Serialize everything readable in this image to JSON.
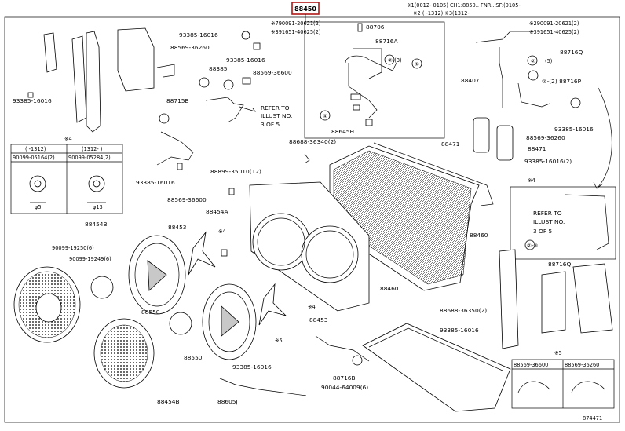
{
  "title_part_no": "88450",
  "top_right_codes": [
    "※1(0012- 0105) CH1:8850.. FNR.. SF:(0105-",
    "※2 ( -1312) ※3(1312-"
  ],
  "fig_number": "874471",
  "labels": {
    "l88706": "88706",
    "l79009": "※790091-20621(2)",
    "l91651": "※391651-40625(2)",
    "l88716A": "88716A",
    "c2_3": "②-(3)",
    "c1": "①",
    "c4": "④",
    "l88645H": "88645H",
    "l93385_16016_a": "93385-16016",
    "l88569_36260_a": "88569-36260",
    "l93385_16016_b": "93385-16016",
    "l88569_36600_a": "88569-36600",
    "l88385": "88385",
    "c1b": "①",
    "c2b": "②",
    "refer1": "REFER TO",
    "refer2": "ILLUST NO.",
    "refer3": "3 OF 5",
    "l88715B": "88715B",
    "l93385_16016_c": "93385-16016",
    "l88569_36600_b": "88569-36600",
    "l88899": "88899-35010(12)",
    "l88688_36340": "88688-36340(2)",
    "l88454A": "88454A",
    "l88460_a": "88460",
    "l88460_b": "88460",
    "l88471_a": "88471",
    "l88471_b": "88471",
    "l93385_16016_d": "93385-16016(2)",
    "l88407": "88407",
    "l88716P": "②-(2) 88716P",
    "l88716Q_a": "88716Q",
    "l88716Q_b": "88716Q",
    "l29009": "※290091-20621(2)",
    "l3_91651": "※391651-40625(2)",
    "c2c": "②",
    "c5": "(5)",
    "l88569_36260_b": "88569-36260",
    "l93385_16016_e": "93385-16016",
    "l88454B": "88454B",
    "l90099_19250": "90099-19250(6)",
    "l90099_19249": "90099-19249(6)",
    "l88453_a": "88453",
    "l88453_b": "88453",
    "l88550_a": "88550",
    "l88550_b": "88550",
    "s4a": "※4",
    "s4b": "※4",
    "s5": "※5",
    "l93385_16016_f": "93385-16016",
    "l88688_36350": "88688-36350(2)",
    "l93385_16016_g": "93385-16016",
    "l88716B": "88716B",
    "l90044": "90044-64009(6)",
    "l88605J": "88605J",
    "l88454B_b": "88454B",
    "refer1b": "REFER TO",
    "refer2b": "ILLUST NO.",
    "refer3b": "3 OF 5",
    "c2d": "②-③",
    "s5b": "※5",
    "s4c": "※4"
  },
  "inset_table_1": {
    "headers": [
      "( -1312)",
      "(1312- )"
    ],
    "parts": [
      "90099-05164(2)",
      "90099-05284(2)"
    ],
    "dims": [
      "φ5",
      "φ13"
    ]
  },
  "inset_table_2": {
    "parts": [
      "88569-36600",
      "88569-36260"
    ]
  }
}
